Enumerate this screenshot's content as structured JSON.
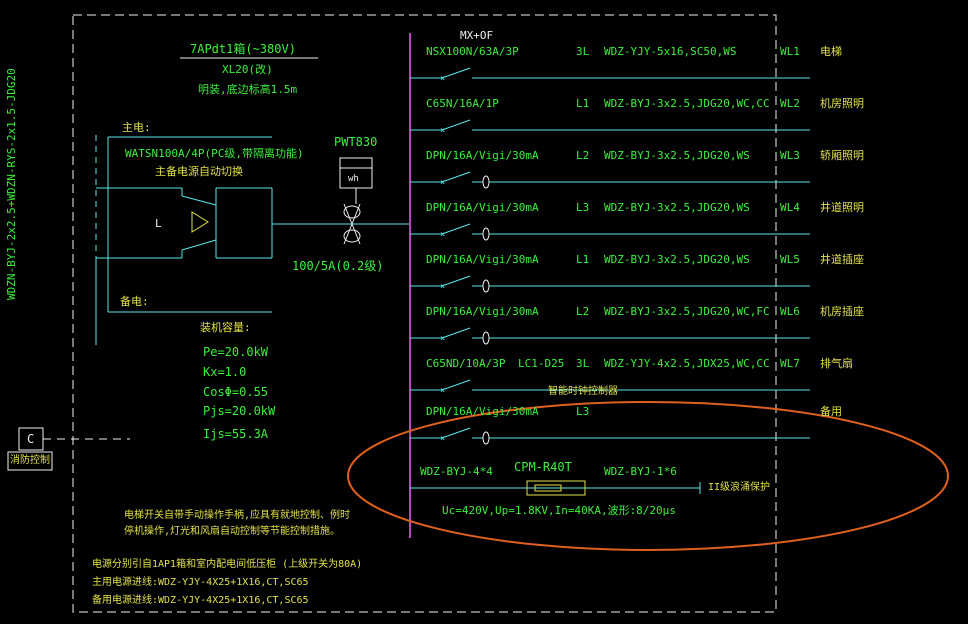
{
  "panel": {
    "title": "7APdt1箱(~380V)",
    "model": "XL20(改)",
    "install": "明装,底边标高1.5m",
    "incoming_cable": "WDZN-BYJ-2x2.5+WDZN-RYS-2x1.5-JDG20"
  },
  "main_switch": {
    "main_power_label": "主电:",
    "ats_model": "WATSN100A/4P(PC级,带隔离功能)",
    "ats_desc": "主备电源自动切换",
    "standby_power_label": "备电:",
    "l_label": "L"
  },
  "meter": {
    "model": "PWT830",
    "unit": "wh",
    "ct": "100/5A(0.2级)"
  },
  "load": {
    "heading": "装机容量:",
    "pe": "Pe=20.0kW",
    "kx": "Kx=1.0",
    "cos": "CosΦ=0.55",
    "pjs": "Pjs=20.0kW",
    "ijs": "Ijs=55.3A"
  },
  "fire_control": {
    "box": "C",
    "label": "消防控制"
  },
  "notes": {
    "line1": "电梯开关自带手动操作手柄,应具有就地控制、例时",
    "line2": "停机操作,灯光和风扇自动控制等节能控制措施。",
    "line3": "电源分别引自1AP1箱和室内配电间低压柜 (上级开关为80A)",
    "line4": "主用电源进线:WDZ-YJY-4X25+1X16,CT,SC65",
    "line5": "备用电源进线:WDZ-YJY-4X25+1X16,CT,SC65"
  },
  "busbar_label": "MX+OF",
  "circuits": [
    {
      "breaker": "NSX100N/63A/3P",
      "phase": "3L",
      "cable": "WDZ-YJY-5x16,SC50,WS",
      "id": "WL1",
      "load": "电梯"
    },
    {
      "breaker": "C65N/16A/1P",
      "phase": "L1",
      "cable": "WDZ-BYJ-3x2.5,JDG20,WC,CC",
      "id": "WL2",
      "load": "机房照明"
    },
    {
      "breaker": "DPN/16A/Vigi/30mA",
      "phase": "L2",
      "cable": "WDZ-BYJ-3x2.5,JDG20,WS",
      "id": "WL3",
      "load": "轿厢照明"
    },
    {
      "breaker": "DPN/16A/Vigi/30mA",
      "phase": "L3",
      "cable": "WDZ-BYJ-3x2.5,JDG20,WS",
      "id": "WL4",
      "load": "井道照明"
    },
    {
      "breaker": "DPN/16A/Vigi/30mA",
      "phase": "L1",
      "cable": "WDZ-BYJ-3x2.5,JDG20,WS",
      "id": "WL5",
      "load": "井道插座"
    },
    {
      "breaker": "DPN/16A/Vigi/30mA",
      "phase": "L2",
      "cable": "WDZ-BYJ-3x2.5,JDG20,WC,FC",
      "id": "WL6",
      "load": "机房插座"
    },
    {
      "breaker": "C65ND/10A/3P",
      "phase": "3L",
      "cable": "WDZ-YJY-4x2.5,JDX25,WC,CC",
      "id": "WL7",
      "load": "排气扇"
    },
    {
      "breaker": "DPN/16A/Vigi/30mA",
      "phase": "L3",
      "cable": "",
      "id": "",
      "load": "备用"
    }
  ],
  "contactor": {
    "model": "LC1-D25",
    "desc": "智能时钟控制器"
  },
  "spd": {
    "cable_left": "WDZ-BYJ-4*4",
    "model": "CPM-R40T",
    "cable_right": "WDZ-BYJ-1*6",
    "desc": "II级浪涌保护",
    "params": "Uc=420V,Up=1.8KV,In=40KA,波形:8/20μs"
  },
  "colors": {
    "background": "#000000",
    "wire": "#58e8e8",
    "text_green": "#3cf03c",
    "text_yellow": "#e0e04c",
    "busbar": "#c040c0",
    "highlight": "#e06020",
    "frame": "#f0f0f0"
  }
}
